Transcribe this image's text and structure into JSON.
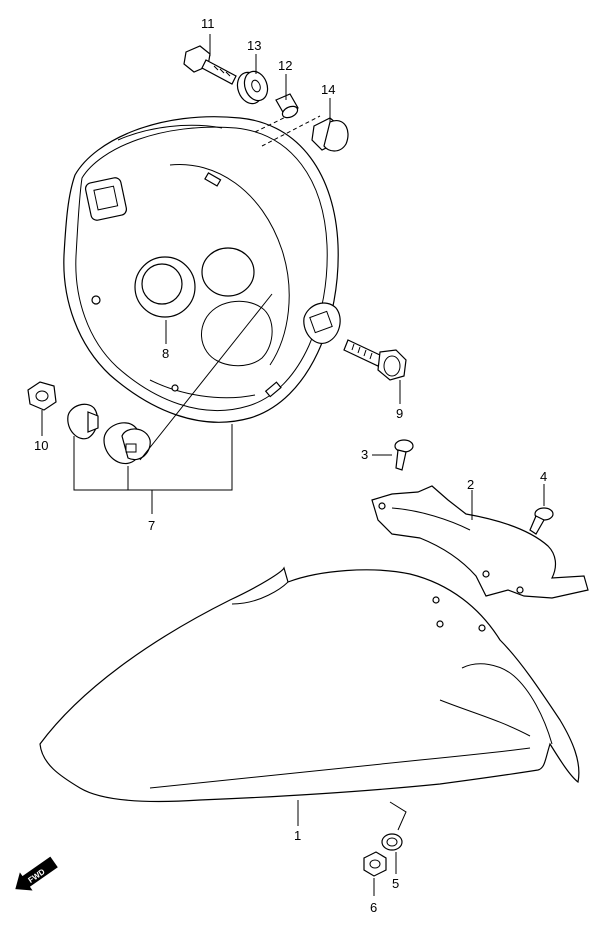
{
  "callouts": [
    {
      "id": "c1",
      "label": "1"
    },
    {
      "id": "c2",
      "label": "2"
    },
    {
      "id": "c3",
      "label": "3"
    },
    {
      "id": "c4",
      "label": "4"
    },
    {
      "id": "c5",
      "label": "5"
    },
    {
      "id": "c6",
      "label": "6"
    },
    {
      "id": "c7",
      "label": "7"
    },
    {
      "id": "c8",
      "label": "8"
    },
    {
      "id": "c9",
      "label": "9"
    },
    {
      "id": "c10",
      "label": "10"
    },
    {
      "id": "c11",
      "label": "11"
    },
    {
      "id": "c12",
      "label": "12"
    },
    {
      "id": "c13",
      "label": "13"
    },
    {
      "id": "c14",
      "label": "14"
    }
  ],
  "fwd_badge": {
    "label": "FWD",
    "icon": "forward-arrow-icon"
  }
}
